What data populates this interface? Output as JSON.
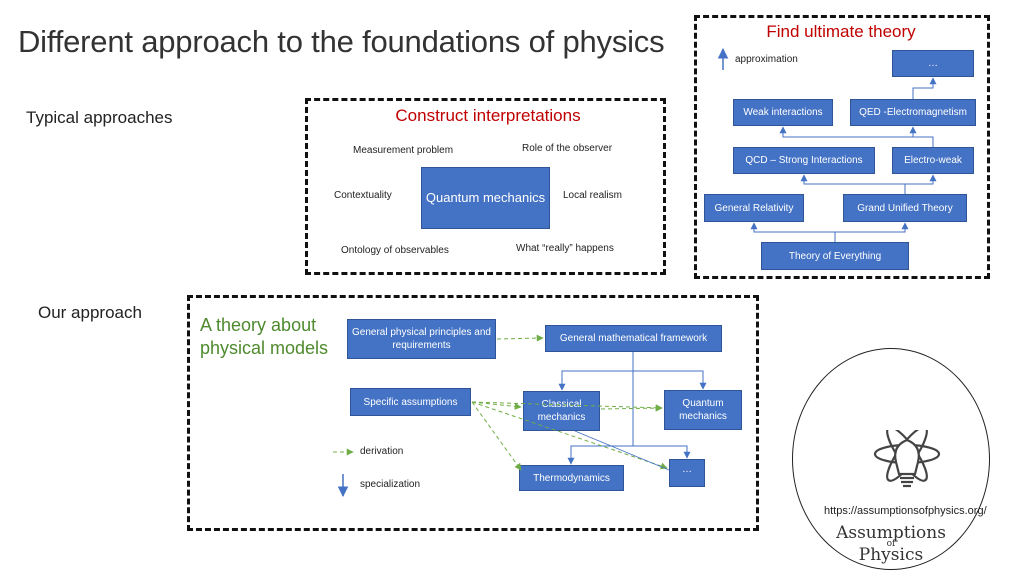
{
  "page": {
    "title": "Different approach to the foundations of physics",
    "typical_label": "Typical approaches",
    "our_label": "Our approach"
  },
  "ultimate": {
    "title": "Find ultimate theory",
    "approximation": "approximation",
    "boxes": {
      "dots": "…",
      "weak": "Weak interactions",
      "qed": "QED -Electromagnetism",
      "qcd": "QCD – Strong Interactions",
      "electroweak": "Electro-weak",
      "gr": "General Relativity",
      "gut": "Grand Unified Theory",
      "toe": "Theory of Everything"
    }
  },
  "interpretations": {
    "title": "Construct interpretations",
    "center": "Quantum mechanics",
    "measurement": "Measurement problem",
    "observer": "Role of the observer",
    "contextuality": "Contextuality",
    "local_realism": "Local realism",
    "ontology": "Ontology of observables",
    "really": "What “really” happens"
  },
  "approach": {
    "title": "A theory about\nphysical models",
    "principles": "General physical principles and requirements",
    "framework": "General mathematical framework",
    "assumptions": "Specific assumptions",
    "classical": "Classical mechanics",
    "quantum": "Quantum mechanics",
    "thermo": "Thermodynamics",
    "dots": "…",
    "legend_derivation": "derivation",
    "legend_specialization": "specialization"
  },
  "logo": {
    "url": "https://assumptionsofphysics.org/",
    "line1": "Assumptions",
    "line2": "of",
    "line3": "Physics"
  },
  "colors": {
    "box_fill": "#4472c4",
    "arrow_blue": "#4472c4",
    "arrow_green": "#70ad47",
    "red_title": "#c00000",
    "green_title": "#4e8a2e"
  }
}
